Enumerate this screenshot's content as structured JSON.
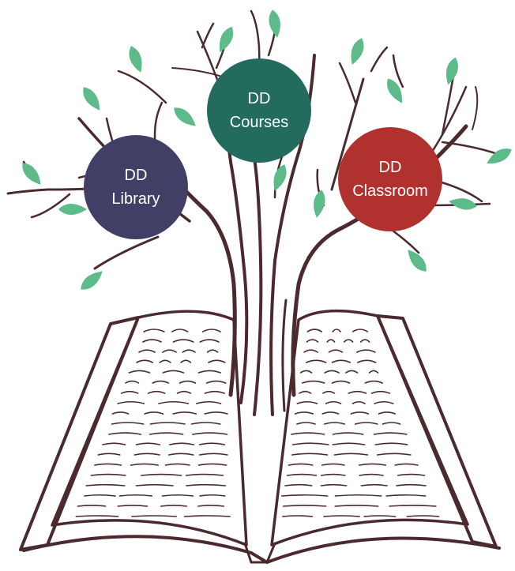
{
  "nodes": {
    "library": {
      "line1": "DD",
      "line2": "Library"
    },
    "courses": {
      "line1": "DD",
      "line2": "Courses"
    },
    "classroom": {
      "line1": "DD",
      "line2": "Classroom"
    }
  },
  "colors": {
    "library": "#413f66",
    "courses": "#236b5d",
    "classroom": "#b0312d",
    "leaf": "#5dbb8a",
    "ink": "#4a2a2d"
  },
  "icons": [
    "open-book-illustration",
    "tree-illustration",
    "leaf-icon"
  ]
}
